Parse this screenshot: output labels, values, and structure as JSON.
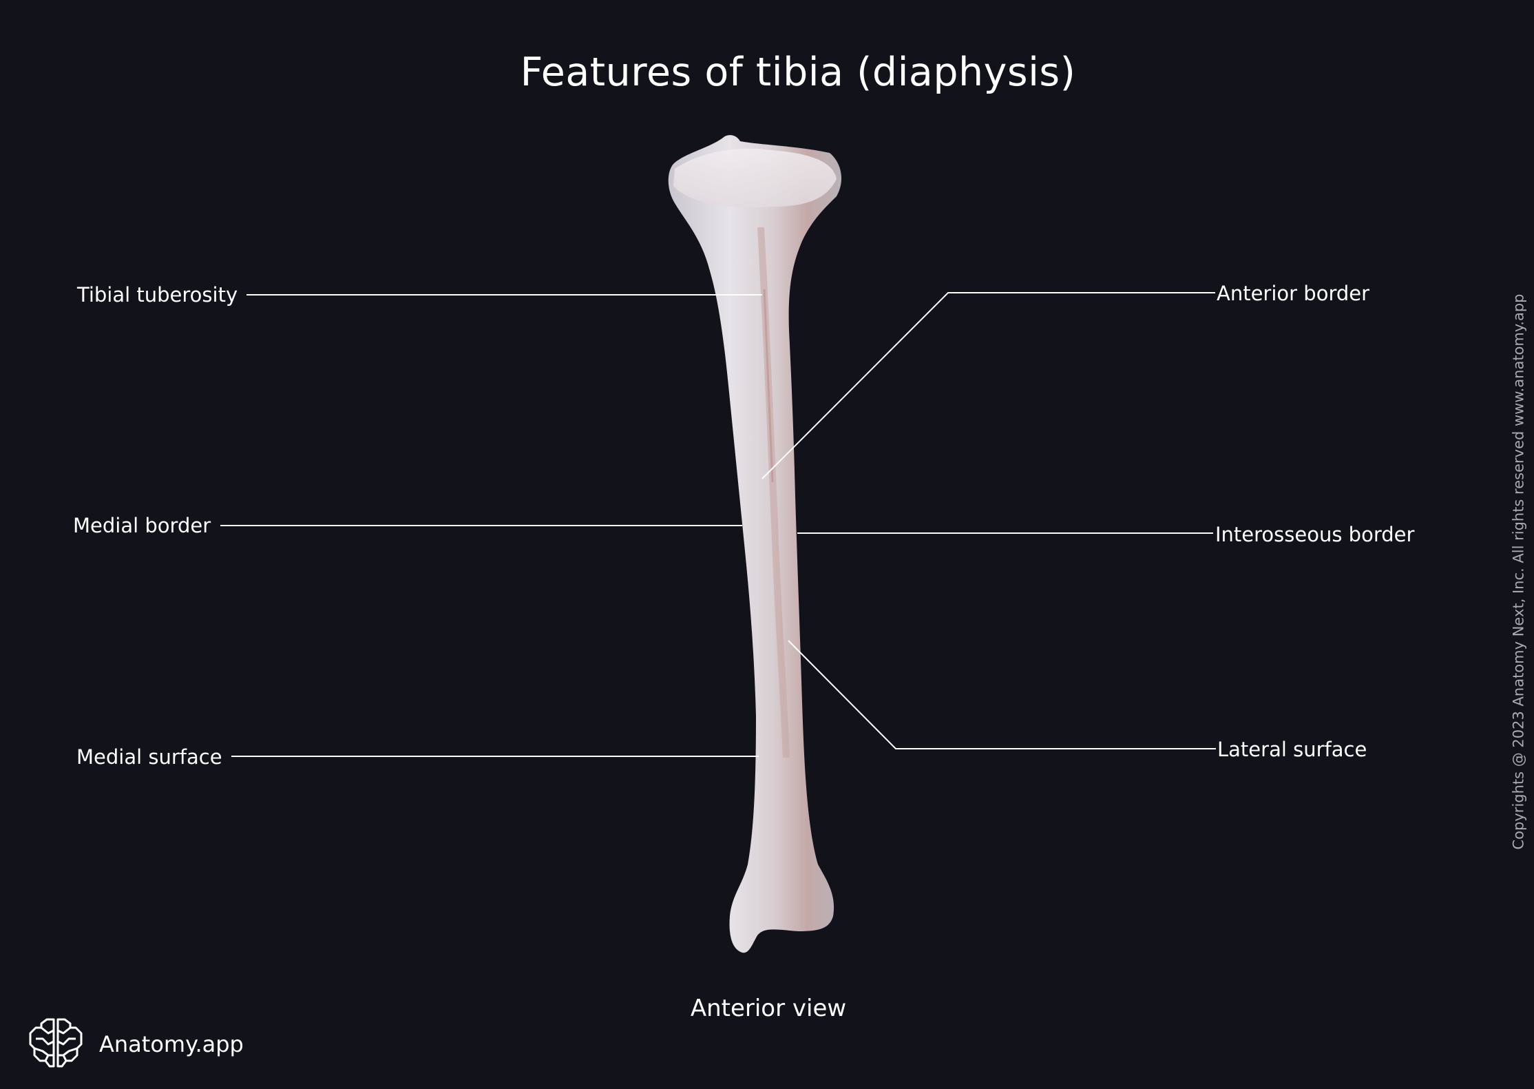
{
  "title": "Features of tibia (diaphysis)",
  "view_caption": "Anterior view",
  "brand": {
    "name": "Anatomy.app",
    "icon": "brain-icon"
  },
  "copyright": "Copyrights @ 2023 Anatomy Next, Inc. All rights reserved www.anatomy.app",
  "colors": {
    "background": "#12131a",
    "text": "#ffffff",
    "leader_line": "#ffffff",
    "bone": "#d9d5da",
    "copyright": "#a9aab0"
  },
  "labels": {
    "left": [
      {
        "id": "tibial-tuberosity",
        "text": "Tibial tuberosity"
      },
      {
        "id": "medial-border",
        "text": "Medial border"
      },
      {
        "id": "medial-surface",
        "text": "Medial surface"
      }
    ],
    "right": [
      {
        "id": "anterior-border",
        "text": "Anterior border"
      },
      {
        "id": "interosseous-border",
        "text": "Interosseous border"
      },
      {
        "id": "lateral-surface",
        "text": "Lateral surface"
      }
    ]
  }
}
